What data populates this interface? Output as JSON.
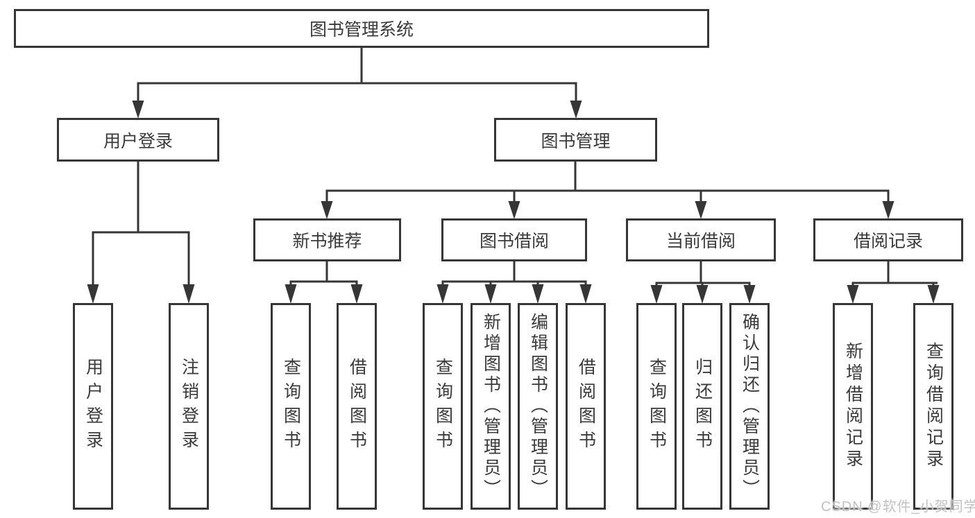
{
  "chart": {
    "root": {
      "label": "图书管理系统"
    },
    "branches": [
      {
        "label": "用户登录",
        "children": [
          {
            "label": "用户登录"
          },
          {
            "label": "注销登录"
          }
        ]
      },
      {
        "label": "图书管理",
        "children": [
          {
            "label": "新书推荐",
            "children": [
              {
                "label": "查询图书"
              },
              {
                "label": "借阅图书"
              }
            ]
          },
          {
            "label": "图书借阅",
            "children": [
              {
                "label": "查询图书"
              },
              {
                "label": "新增图书（管理员）"
              },
              {
                "label": "编辑图书（管理员）"
              },
              {
                "label": "借阅图书"
              }
            ]
          },
          {
            "label": "当前借阅",
            "children": [
              {
                "label": "查询图书"
              },
              {
                "label": "归还图书"
              },
              {
                "label": "确认归还（管理员）"
              }
            ]
          },
          {
            "label": "借阅记录",
            "children": [
              {
                "label": "新增借阅记录"
              },
              {
                "label": "查询借阅记录"
              }
            ]
          }
        ]
      }
    ]
  },
  "watermark": {
    "text": "CSDN @软件_小贺同学"
  },
  "colors": {
    "line": "#363636",
    "text": "#3a3a3a",
    "watermark": "#c2c2c2",
    "background": "#ffffff"
  }
}
